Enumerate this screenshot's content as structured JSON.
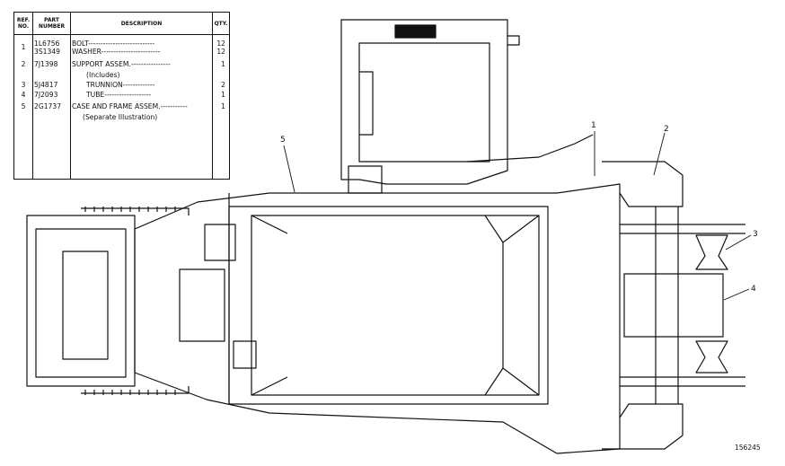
{
  "parts_table": {
    "headers": {
      "ref_no": "REF. NO.",
      "part_number": "PART NUMBER",
      "description": "DESCRIPTION",
      "qty": "QTY."
    },
    "rows": [
      {
        "ref": "1",
        "part": "1L6756",
        "desc": "BOLT---------------------------",
        "qty": "12"
      },
      {
        "ref": "",
        "part": "3S1349",
        "desc": "WASHER------------------------",
        "qty": "12"
      },
      {
        "ref": "2",
        "part": "7J1398",
        "desc": "SUPPORT ASSEM.----------------",
        "qty": "1"
      },
      {
        "ref": "",
        "part": "",
        "desc": "(Includes)",
        "qty": ""
      },
      {
        "ref": "3",
        "part": "5J4817",
        "desc": "TRUNNION-------------",
        "qty": "2"
      },
      {
        "ref": "4",
        "part": "7J2093",
        "desc": "TUBE-------------------",
        "qty": "1"
      },
      {
        "ref": "5",
        "part": "2G1737",
        "desc": "CASE AND FRAME ASSEM.-----------",
        "qty": "1"
      },
      {
        "ref": "",
        "part": "",
        "desc": "(Separate Illustration)",
        "qty": ""
      }
    ]
  },
  "callouts": [
    "1",
    "2",
    "3",
    "4",
    "5"
  ],
  "figure_id": "156245"
}
